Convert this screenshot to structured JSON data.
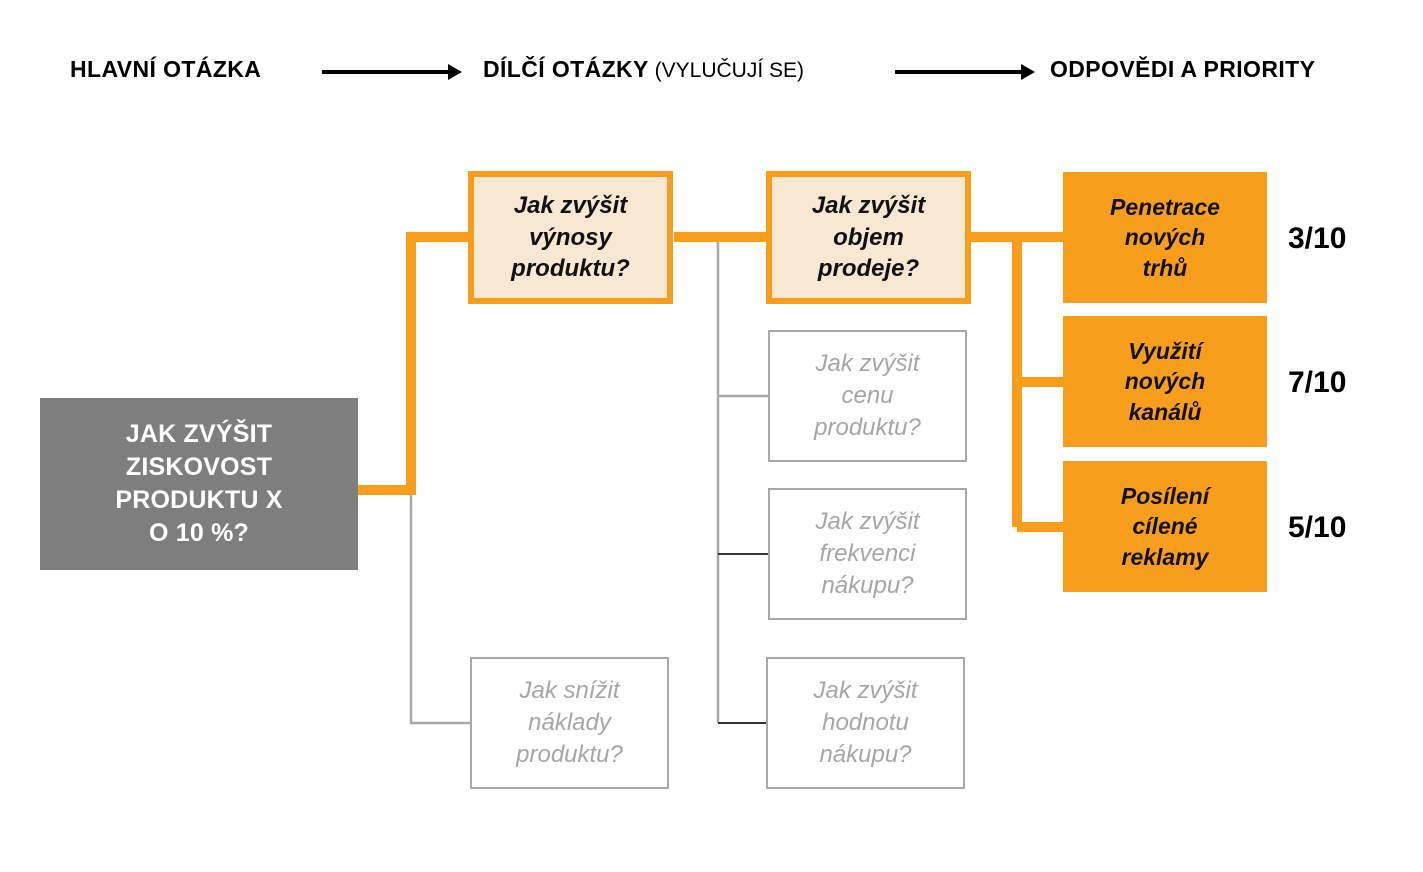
{
  "header": {
    "stages": [
      {
        "label": "HLAVNÍ  OTÁZKA",
        "paren": ""
      },
      {
        "label": "DÍLČÍ  OTÁZKY",
        "paren": " (VYLUČUJÍ SE)"
      },
      {
        "label": "ODPOVĚDI A PRIORITY",
        "paren": ""
      }
    ],
    "arrow_icon": "arrow-right-icon"
  },
  "root": {
    "line1": "JAK ZVÝŠIT",
    "line2": "ZISKOVOST",
    "line3": "PRODUKTU X",
    "line4": "O 10 %?",
    "text": "JAK ZVÝŠIT ZISKOVOST PRODUKTU X O 10 %?"
  },
  "level1": [
    {
      "line1": "Jak zvýšit",
      "line2": "výnosy",
      "line3": "produktu?",
      "state": "selected"
    },
    {
      "line1": "Jak snížit",
      "line2": "náklady",
      "line3": "produktu?",
      "state": "muted"
    }
  ],
  "level2": [
    {
      "line1": "Jak zvýšit",
      "line2": "objem",
      "line3": "prodeje?",
      "state": "selected"
    },
    {
      "line1": "Jak zvýšit",
      "line2": "cenu",
      "line3": "produktu?",
      "state": "muted"
    },
    {
      "line1": "Jak zvýšit",
      "line2": "frekvenci",
      "line3": "nákupu?",
      "state": "muted"
    },
    {
      "line1": "Jak zvýšit",
      "line2": "hodnotu",
      "line3": "nákupu?",
      "state": "muted"
    }
  ],
  "answers": [
    {
      "line1": "Penetrace",
      "line2": "nových",
      "line3": "trhů",
      "score": "3/10"
    },
    {
      "line1": "Využití",
      "line2": "nových",
      "line3": "kanálů",
      "score": "7/10"
    },
    {
      "line1": "Posílení",
      "line2": "cílené",
      "line3": "reklamy",
      "score": "5/10"
    }
  ],
  "colors": {
    "accent_orange": "#f99d1c",
    "primary_fill": "#f7e7d3",
    "root_gray": "#7e7e7e",
    "muted_border": "#a8a8a8",
    "muted_text": "#a6a6a6",
    "black": "#000000"
  }
}
